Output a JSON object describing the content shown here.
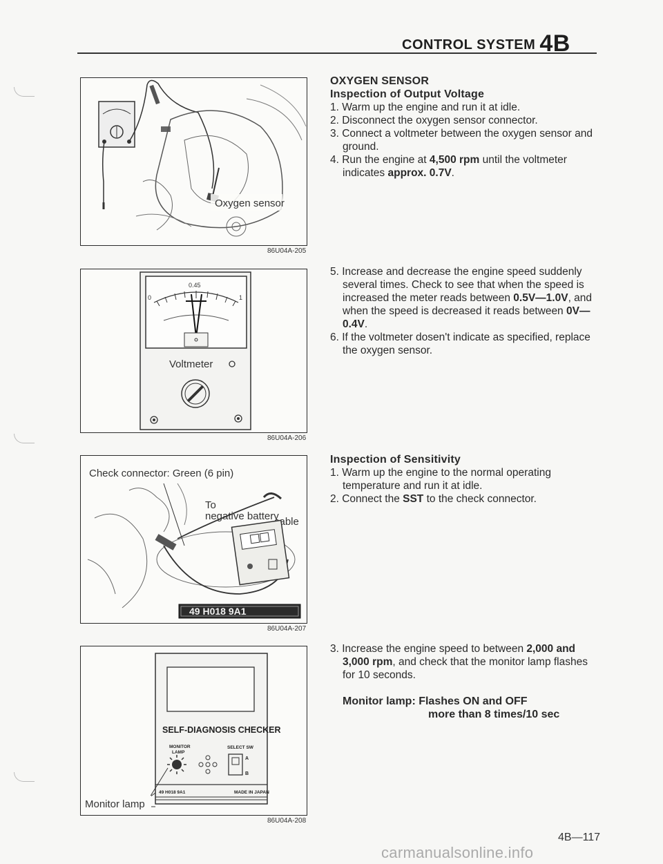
{
  "header": {
    "title": "CONTROL SYSTEM",
    "section": "4B"
  },
  "figures": {
    "fig1": {
      "caption": "86U04A-205",
      "label": "Oxygen sensor"
    },
    "fig2": {
      "caption": "86U04A-206",
      "meter_label": "Voltmeter",
      "scale_mid": "0.45",
      "scale_left": "0",
      "scale_right": "1"
    },
    "fig3": {
      "caption": "86U04A-207",
      "label_connector": "Check connector: Green (6 pin)",
      "label_to": "To",
      "label_battery": "negative battery",
      "label_cable": "cable",
      "sst_number": "49 H018 9A1"
    },
    "fig4": {
      "caption": "86U04A-208",
      "checker_title": "SELF-DIAGNOSIS CHECKER",
      "monitor_label": "MONITOR",
      "select_label": "SELECT SW",
      "lamp_label": "LAMP",
      "part_no": "49 H018 9A1",
      "made_in": "MADE IN JAPAN",
      "callout": "Monitor lamp",
      "sw_a": "A",
      "sw_b": "B"
    }
  },
  "section1": {
    "title": "OXYGEN SENSOR",
    "subtitle": "Inspection of Output Voltage",
    "step1": "1. Warm up the engine and run it at idle.",
    "step2": "2. Disconnect the oxygen sensor connector.",
    "step3": "3. Connect a voltmeter between the oxygen sensor and ground.",
    "step4_a": "4. Run the engine at ",
    "step4_rpm": "4,500 rpm",
    "step4_b": " until the voltmeter indicates ",
    "step4_v": "approx. 0.7V",
    "step4_c": "."
  },
  "section2": {
    "step5_a": "5. Increase and decrease the engine speed suddenly several times. Check to see that when the speed is increased the meter reads between ",
    "step5_v1": "0.5V—1.0V",
    "step5_b": ", and when the speed is decreased it reads between ",
    "step5_v2": "0V—0.4V",
    "step5_c": ".",
    "step6": "6. If the voltmeter dosen't indicate as specified, replace the oxygen sensor."
  },
  "section3": {
    "title": "Inspection of Sensitivity",
    "step1": "1. Warm up the engine to the normal operating temperature and run it at idle.",
    "step2_a": "2. Connect the ",
    "step2_sst": "SST",
    "step2_b": " to the check connector."
  },
  "section4": {
    "step3_a": "3. Increase the engine speed to between ",
    "step3_rpm": "2,000 and 3,000 rpm",
    "step3_b": ", and check that the monitor lamp flashes for 10 seconds.",
    "monitor_line1": "Monitor lamp: Flashes ON and OFF",
    "monitor_line2": "more than 8 times/10 sec"
  },
  "footer": {
    "page_number": "4B—117",
    "watermark": "carmanualsonline.info"
  }
}
